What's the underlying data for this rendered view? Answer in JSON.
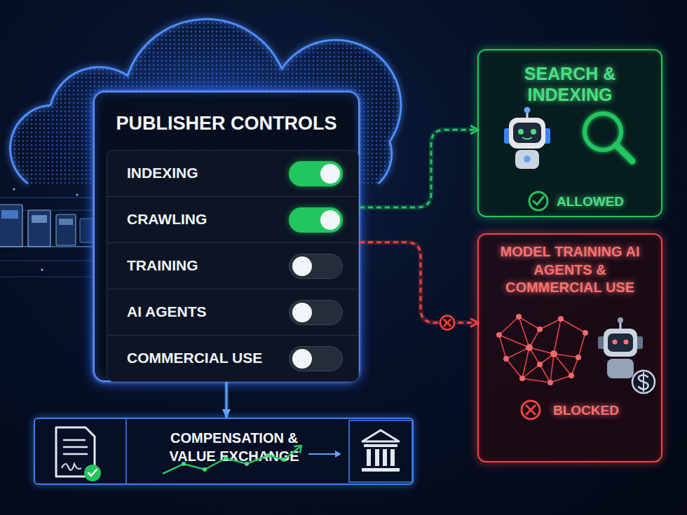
{
  "diagram": {
    "nodes": [
      {
        "text": [
          "PUBLISHER CONTROLS"
        ]
      },
      {
        "text": [
          "INDEXING"
        ],
        "in": 0
      },
      {
        "text": [
          "CRAWLING"
        ],
        "in": 0
      },
      {
        "text": [
          "TRAINING"
        ],
        "in": 0
      },
      {
        "text": [
          "AI AGENTS"
        ],
        "in": 0
      },
      {
        "text": [
          "COMMERCIAL USE"
        ],
        "in": 0
      },
      {
        "text": [
          "SEARCH & INDEXING",
          "ALLOWED"
        ]
      },
      {
        "text": [
          "MODEL TRAINING AI AGENTS & COMMERCIAL USE",
          "BLOCKED"
        ]
      },
      {
        "text": [
          "COMPENSATION & VALUE EXCHANGE"
        ]
      }
    ],
    "edges": [
      {
        "from": 0,
        "to": 6,
        "arrow": "to"
      },
      {
        "from": 0,
        "to": 7,
        "arrow": "to"
      },
      {
        "from": 0,
        "to": 8,
        "arrow": "to"
      }
    ]
  }
}
